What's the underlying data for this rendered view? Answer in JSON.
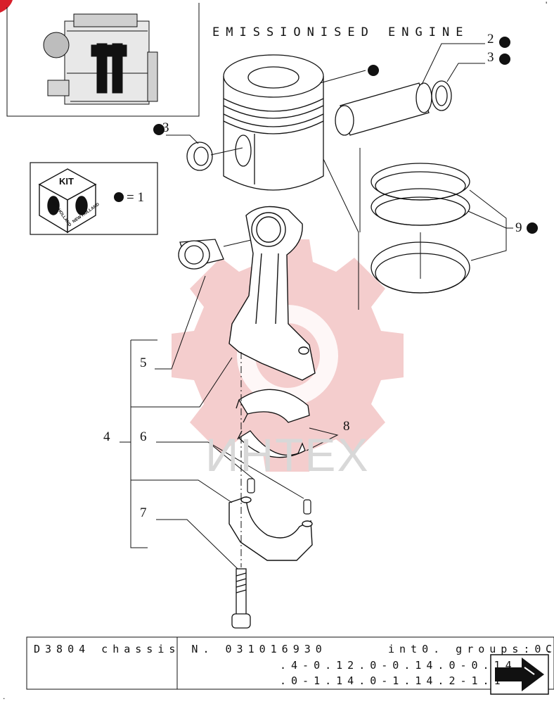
{
  "header": {
    "title": "EMISSIONISED ENGINE"
  },
  "callouts": {
    "c2": "2",
    "c3_right": "3",
    "c3_left": "3",
    "c9": "9",
    "c5": "5",
    "c4": "4",
    "c6": "6",
    "c7": "7",
    "c8": "8"
  },
  "kit": {
    "logo_text": "KIT",
    "equals": "= 1",
    "badge_text": "NEW HOLLAND"
  },
  "watermark": {
    "text": "ИНТЕХ"
  },
  "footer": {
    "row1_model": "D3804 chassis N. 031016930",
    "row1_groups": "int0. groups:0.",
    "row1_groups_tail": "C",
    "row2": ".4-0.12.0-0.14.0-0.14",
    "row3": ".0-1.14.0-1.14.2-1.1"
  },
  "corner": {
    "top_right_mark": "'",
    "bottom_left_mark": "."
  },
  "colors": {
    "watermark_red": "#f3c8c8",
    "brand_red": "#d81e2a",
    "ink": "#111111"
  }
}
